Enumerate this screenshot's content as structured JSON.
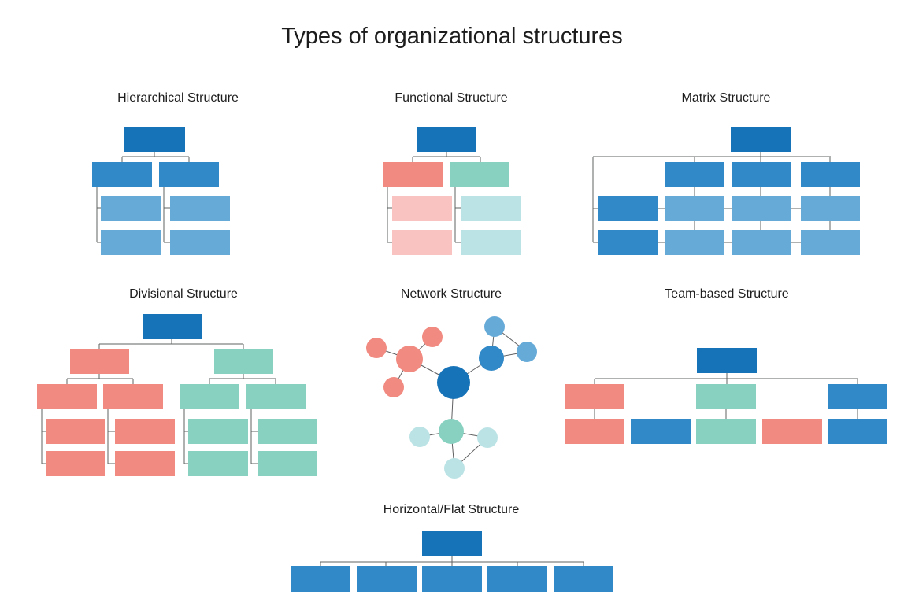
{
  "page": {
    "title": "Types of organizational structures"
  },
  "colors": {
    "db": "#1673b7",
    "b": "#3289c8",
    "lb": "#66aad8",
    "s": "#f18a80",
    "lp": "#f9c3c2",
    "t": "#88d1c1",
    "lt": "#bbe3e5",
    "line": "#5f6062"
  },
  "diagrams": [
    {
      "id": "hierarchical",
      "label": "Hierarchical Structure",
      "boxes": [
        [
          158,
          161,
          77,
          32,
          "db"
        ],
        [
          117,
          206,
          76,
          32,
          "b"
        ],
        [
          202,
          206,
          76,
          32,
          "b"
        ],
        [
          128,
          249,
          76,
          32,
          "lb"
        ],
        [
          216,
          249,
          76,
          32,
          "lb"
        ],
        [
          128,
          292,
          76,
          32,
          "lb"
        ],
        [
          216,
          292,
          76,
          32,
          "lb"
        ]
      ],
      "lines": [
        [
          196,
          193,
          196,
          199
        ],
        [
          155,
          199,
          240,
          199
        ],
        [
          155,
          199,
          155,
          206
        ],
        [
          240,
          199,
          240,
          206
        ],
        [
          123,
          237,
          123,
          308
        ],
        [
          123,
          264,
          128,
          264
        ],
        [
          123,
          308,
          128,
          308
        ],
        [
          208,
          237,
          208,
          308
        ],
        [
          208,
          264,
          216,
          264
        ],
        [
          208,
          308,
          216,
          308
        ]
      ]
    },
    {
      "id": "functional",
      "label": "Functional Structure",
      "boxes": [
        [
          529,
          161,
          76,
          32,
          "db"
        ],
        [
          486,
          206,
          76,
          32,
          "s"
        ],
        [
          572,
          206,
          75,
          32,
          "t"
        ],
        [
          498,
          249,
          76,
          32,
          "lp"
        ],
        [
          585,
          249,
          76,
          32,
          "lt"
        ],
        [
          498,
          292,
          76,
          32,
          "lp"
        ],
        [
          585,
          292,
          76,
          32,
          "lt"
        ]
      ],
      "lines": [
        [
          567,
          193,
          567,
          199
        ],
        [
          524,
          199,
          610,
          199
        ],
        [
          524,
          199,
          524,
          206
        ],
        [
          610,
          199,
          610,
          206
        ],
        [
          492,
          237,
          492,
          308
        ],
        [
          492,
          264,
          498,
          264
        ],
        [
          492,
          308,
          498,
          308
        ],
        [
          578,
          237,
          578,
          308
        ],
        [
          578,
          264,
          585,
          264
        ],
        [
          578,
          308,
          585,
          308
        ]
      ]
    },
    {
      "id": "matrix",
      "label": "Matrix Structure",
      "boxes": [
        [
          928,
          161,
          76,
          32,
          "db"
        ],
        [
          845,
          206,
          75,
          32,
          "b"
        ],
        [
          929,
          206,
          75,
          32,
          "b"
        ],
        [
          1017,
          206,
          75,
          32,
          "b"
        ],
        [
          760,
          249,
          76,
          32,
          "b"
        ],
        [
          845,
          249,
          75,
          32,
          "lb"
        ],
        [
          929,
          249,
          75,
          32,
          "lb"
        ],
        [
          1017,
          249,
          75,
          32,
          "lb"
        ],
        [
          760,
          292,
          76,
          32,
          "b"
        ],
        [
          845,
          292,
          75,
          32,
          "lb"
        ],
        [
          929,
          292,
          75,
          32,
          "lb"
        ],
        [
          1017,
          292,
          75,
          32,
          "lb"
        ]
      ],
      "lines": [
        [
          966,
          193,
          966,
          199
        ],
        [
          753,
          199,
          1055,
          199
        ],
        [
          753,
          199,
          753,
          308
        ],
        [
          882,
          199,
          882,
          206
        ],
        [
          966,
          199,
          966,
          206
        ],
        [
          1054,
          199,
          1054,
          206
        ],
        [
          753,
          265,
          760,
          265
        ],
        [
          753,
          308,
          760,
          308
        ],
        [
          882,
          238,
          882,
          249
        ],
        [
          966,
          238,
          966,
          249
        ],
        [
          1054,
          238,
          1054,
          249
        ],
        [
          882,
          281,
          882,
          292
        ],
        [
          966,
          281,
          966,
          292
        ],
        [
          1054,
          281,
          1054,
          292
        ],
        [
          836,
          265,
          845,
          265
        ],
        [
          920,
          265,
          929,
          265
        ],
        [
          1004,
          265,
          1017,
          265
        ],
        [
          836,
          308,
          845,
          308
        ],
        [
          920,
          308,
          929,
          308
        ],
        [
          1004,
          308,
          1017,
          308
        ]
      ]
    },
    {
      "id": "divisional",
      "label": "Divisional Structure",
      "boxes": [
        [
          181,
          399,
          75,
          32,
          "db"
        ],
        [
          89,
          443,
          75,
          32,
          "s"
        ],
        [
          272,
          443,
          75,
          32,
          "t"
        ],
        [
          47,
          488,
          76,
          32,
          "s"
        ],
        [
          131,
          488,
          76,
          32,
          "s"
        ],
        [
          228,
          488,
          75,
          32,
          "t"
        ],
        [
          313,
          488,
          75,
          32,
          "t"
        ],
        [
          58,
          532,
          75,
          32,
          "s"
        ],
        [
          146,
          532,
          76,
          32,
          "s"
        ],
        [
          239,
          532,
          76,
          32,
          "t"
        ],
        [
          328,
          532,
          75,
          32,
          "t"
        ],
        [
          58,
          573,
          75,
          32,
          "s"
        ],
        [
          146,
          573,
          76,
          32,
          "s"
        ],
        [
          239,
          573,
          76,
          32,
          "t"
        ],
        [
          328,
          573,
          75,
          32,
          "t"
        ]
      ],
      "lines": [
        [
          218,
          431,
          218,
          437
        ],
        [
          126,
          437,
          309,
          437
        ],
        [
          126,
          437,
          126,
          443
        ],
        [
          309,
          437,
          309,
          443
        ],
        [
          126,
          475,
          126,
          481
        ],
        [
          85,
          481,
          169,
          481
        ],
        [
          85,
          481,
          85,
          488
        ],
        [
          169,
          481,
          169,
          488
        ],
        [
          309,
          475,
          309,
          481
        ],
        [
          266,
          481,
          350,
          481
        ],
        [
          266,
          481,
          266,
          488
        ],
        [
          350,
          481,
          350,
          488
        ],
        [
          53,
          520,
          53,
          589
        ],
        [
          53,
          548,
          58,
          548
        ],
        [
          53,
          589,
          58,
          589
        ],
        [
          137,
          520,
          137,
          589
        ],
        [
          137,
          548,
          146,
          548
        ],
        [
          137,
          589,
          146,
          589
        ],
        [
          234,
          520,
          234,
          589
        ],
        [
          234,
          548,
          239,
          548
        ],
        [
          234,
          589,
          239,
          589
        ],
        [
          319,
          520,
          319,
          589
        ],
        [
          319,
          548,
          328,
          548
        ],
        [
          319,
          589,
          328,
          589
        ]
      ]
    },
    {
      "id": "network",
      "label": "Network Structure",
      "nodes": [
        [
          576,
          486,
          21,
          "db"
        ],
        [
          520,
          456,
          17,
          "s"
        ],
        [
          478,
          442,
          13,
          "s"
        ],
        [
          549,
          428,
          13,
          "s"
        ],
        [
          500,
          492,
          13,
          "s"
        ],
        [
          624,
          455,
          16,
          "b"
        ],
        [
          628,
          415,
          13,
          "lb"
        ],
        [
          669,
          447,
          13,
          "lb"
        ],
        [
          573,
          548,
          16,
          "t"
        ],
        [
          533,
          555,
          13,
          "lt"
        ],
        [
          619,
          556,
          13,
          "lt"
        ],
        [
          577,
          595,
          13,
          "lt"
        ]
      ],
      "edges": [
        [
          1,
          2
        ],
        [
          1,
          3
        ],
        [
          1,
          4
        ],
        [
          0,
          1
        ],
        [
          0,
          5
        ],
        [
          5,
          6
        ],
        [
          5,
          7
        ],
        [
          6,
          7
        ],
        [
          0,
          8
        ],
        [
          8,
          9
        ],
        [
          8,
          10
        ],
        [
          8,
          11
        ],
        [
          10,
          11
        ]
      ]
    },
    {
      "id": "team-based",
      "label": "Team-based Structure",
      "boxes": [
        [
          885,
          442,
          76,
          32,
          "db"
        ],
        [
          717,
          488,
          76,
          32,
          "s"
        ],
        [
          884,
          488,
          76,
          32,
          "t"
        ],
        [
          1051,
          488,
          76,
          32,
          "b"
        ],
        [
          717,
          532,
          76,
          32,
          "s"
        ],
        [
          801,
          532,
          76,
          32,
          "b"
        ],
        [
          884,
          532,
          76,
          32,
          "t"
        ],
        [
          968,
          532,
          76,
          32,
          "s"
        ],
        [
          1051,
          532,
          76,
          32,
          "b"
        ]
      ],
      "lines": [
        [
          923,
          474,
          923,
          481
        ],
        [
          755,
          481,
          1089,
          481
        ],
        [
          755,
          481,
          755,
          488
        ],
        [
          923,
          481,
          923,
          488
        ],
        [
          1089,
          481,
          1089,
          488
        ],
        [
          755,
          520,
          755,
          532
        ],
        [
          922,
          520,
          922,
          532
        ],
        [
          1089,
          520,
          1089,
          532
        ]
      ]
    },
    {
      "id": "horizontal-flat",
      "label": "Horizontal/Flat Structure",
      "boxes": [
        [
          536,
          675,
          76,
          32,
          "db"
        ],
        [
          369,
          719,
          76,
          33,
          "b"
        ],
        [
          453,
          719,
          76,
          33,
          "b"
        ],
        [
          536,
          719,
          76,
          33,
          "b"
        ],
        [
          619,
          719,
          76,
          33,
          "b"
        ],
        [
          703,
          719,
          76,
          33,
          "b"
        ]
      ],
      "lines": [
        [
          574,
          707,
          574,
          714
        ],
        [
          407,
          714,
          741,
          714
        ],
        [
          407,
          714,
          407,
          719
        ],
        [
          490,
          714,
          490,
          719
        ],
        [
          574,
          714,
          574,
          719
        ],
        [
          657,
          714,
          657,
          719
        ],
        [
          741,
          714,
          741,
          719
        ]
      ]
    }
  ]
}
